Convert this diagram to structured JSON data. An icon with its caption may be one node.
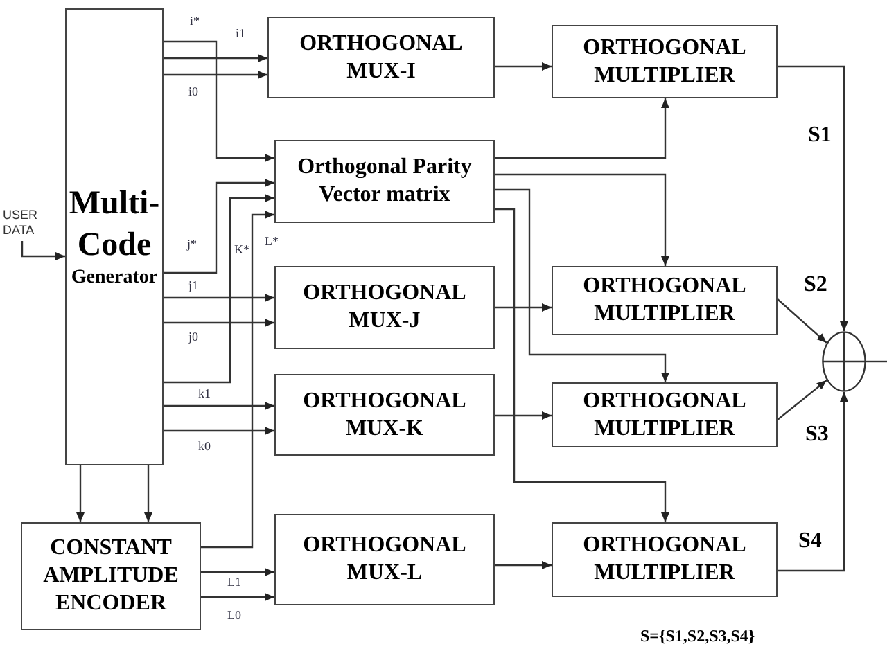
{
  "diagram": {
    "nodes": [
      {
        "text": [
          "Multi- Code",
          "Generator"
        ]
      },
      {
        "text": [
          "ORTHOGONAL MUX-I"
        ]
      },
      {
        "text": [
          "Orthogonal Parity Vector matrix"
        ]
      },
      {
        "text": [
          "ORTHOGONAL MUX-J"
        ]
      },
      {
        "text": [
          "ORTHOGONAL MUX-K"
        ]
      },
      {
        "text": [
          "ORTHOGONAL MUX-L"
        ]
      },
      {
        "text": [
          "CONSTANT AMPLITUDE ENCODER"
        ]
      },
      {
        "text": [
          "ORTHOGONAL MULTIPLIER"
        ]
      },
      {
        "text": [
          "ORTHOGONAL MULTIPLIER"
        ]
      },
      {
        "text": [
          "ORTHOGONAL MULTIPLIER"
        ]
      },
      {
        "text": [
          "ORTHOGONAL MULTIPLIER"
        ]
      },
      {
        "text": [],
        "shape": "circle"
      },
      {
        "text": [
          "USER DATA"
        ]
      }
    ],
    "edges": [
      {
        "from": 12,
        "to": 0,
        "arrow": "to"
      },
      {
        "from": 0,
        "to": 1,
        "arrow": "to",
        "label": "i1"
      },
      {
        "from": 0,
        "to": 1,
        "arrow": "to",
        "label": "i0"
      },
      {
        "from": 0,
        "to": 2,
        "arrow": "to",
        "label": "i*"
      },
      {
        "from": 0,
        "to": 2,
        "arrow": "to",
        "label": "j*"
      },
      {
        "from": 0,
        "to": 2,
        "arrow": "to",
        "label": "K*"
      },
      {
        "from": 6,
        "to": 2,
        "arrow": "to",
        "label": "L*"
      },
      {
        "from": 0,
        "to": 3,
        "arrow": "to",
        "label": "j1"
      },
      {
        "from": 0,
        "to": 3,
        "arrow": "to",
        "label": "j0"
      },
      {
        "from": 0,
        "to": 4,
        "arrow": "to",
        "label": "k1"
      },
      {
        "from": 0,
        "to": 4,
        "arrow": "to",
        "label": "k0"
      },
      {
        "from": 0,
        "to": 6,
        "arrow": "to"
      },
      {
        "from": 0,
        "to": 6,
        "arrow": "to"
      },
      {
        "from": 6,
        "to": 5,
        "arrow": "to",
        "label": "L1"
      },
      {
        "from": 6,
        "to": 5,
        "arrow": "to",
        "label": "L0"
      },
      {
        "from": 1,
        "to": 7,
        "arrow": "to"
      },
      {
        "from": 3,
        "to": 8,
        "arrow": "to"
      },
      {
        "from": 4,
        "to": 9,
        "arrow": "to"
      },
      {
        "from": 5,
        "to": 10,
        "arrow": "to"
      },
      {
        "from": 2,
        "to": 7,
        "arrow": "to"
      },
      {
        "from": 2,
        "to": 8,
        "arrow": "to"
      },
      {
        "from": 2,
        "to": 9,
        "arrow": "to"
      },
      {
        "from": 2,
        "to": 10,
        "arrow": "to"
      },
      {
        "from": 7,
        "to": 11,
        "arrow": "to",
        "label": "S1"
      },
      {
        "from": 8,
        "to": 11,
        "arrow": "to",
        "label": "S2"
      },
      {
        "from": 9,
        "to": 11,
        "arrow": "to",
        "label": "S3"
      },
      {
        "from": 10,
        "to": 11,
        "arrow": "to",
        "label": "S4"
      },
      {
        "from": 11,
        "to": null,
        "arrow": "none"
      }
    ],
    "labels": [
      "S={S1,S2,S3,S4}"
    ]
  }
}
